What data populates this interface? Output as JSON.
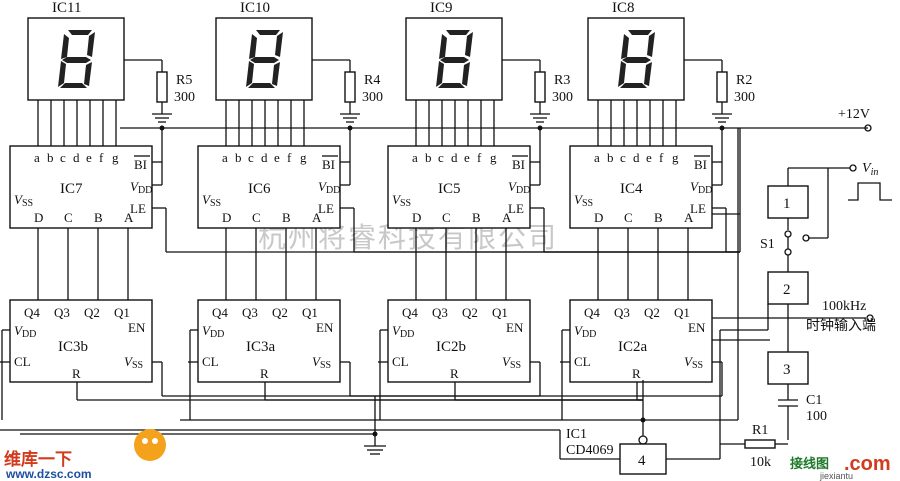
{
  "displays": [
    {
      "label": "IC11"
    },
    {
      "label": "IC10"
    },
    {
      "label": "IC9"
    },
    {
      "label": "IC8"
    }
  ],
  "resistors": [
    {
      "name": "R5",
      "value": "300"
    },
    {
      "name": "R4",
      "value": "300"
    },
    {
      "name": "R3",
      "value": "300"
    },
    {
      "name": "R2",
      "value": "300"
    }
  ],
  "decoders": [
    {
      "label": "IC7"
    },
    {
      "label": "IC6"
    },
    {
      "label": "IC5"
    },
    {
      "label": "IC4"
    }
  ],
  "decoder_pins": {
    "segments": "a b c d e f g",
    "bi": "BI",
    "vdd": "V",
    "vdd_sub": "DD",
    "le": "LE",
    "vss": "V",
    "vss_sub": "SS",
    "inputs": [
      "D",
      "C",
      "B",
      "A"
    ]
  },
  "counters": [
    {
      "label": "IC3b"
    },
    {
      "label": "IC3a"
    },
    {
      "label": "IC2b"
    },
    {
      "label": "IC2a"
    }
  ],
  "counter_pins": {
    "outputs": [
      "Q4",
      "Q3",
      "Q2",
      "Q1"
    ],
    "vdd": "V",
    "vdd_sub": "DD",
    "en": "EN",
    "cl": "CL",
    "vss": "V",
    "vss_sub": "SS",
    "r": "R"
  },
  "supply": {
    "label": "+12V"
  },
  "input": {
    "label": "V",
    "label_sub": "in"
  },
  "switch": {
    "label": "S1"
  },
  "gates": [
    {
      "label": "1"
    },
    {
      "label": "2"
    },
    {
      "label": "3"
    },
    {
      "label": "4"
    }
  ],
  "clock": {
    "freq": "100kHz",
    "desc": "时钟输入端"
  },
  "c1": {
    "name": "C1",
    "value": "100"
  },
  "r1": {
    "name": "R1",
    "value": "10k"
  },
  "ic1": {
    "name": "IC1",
    "part": "CD4069"
  },
  "watermark": "杭州将睿科技有限公司",
  "logo_left": {
    "text": "维库一下",
    "url": "www.dzsc.com"
  },
  "logo_right": {
    "text": "接线图",
    "com": ".com",
    "url": "jiexiantu"
  }
}
